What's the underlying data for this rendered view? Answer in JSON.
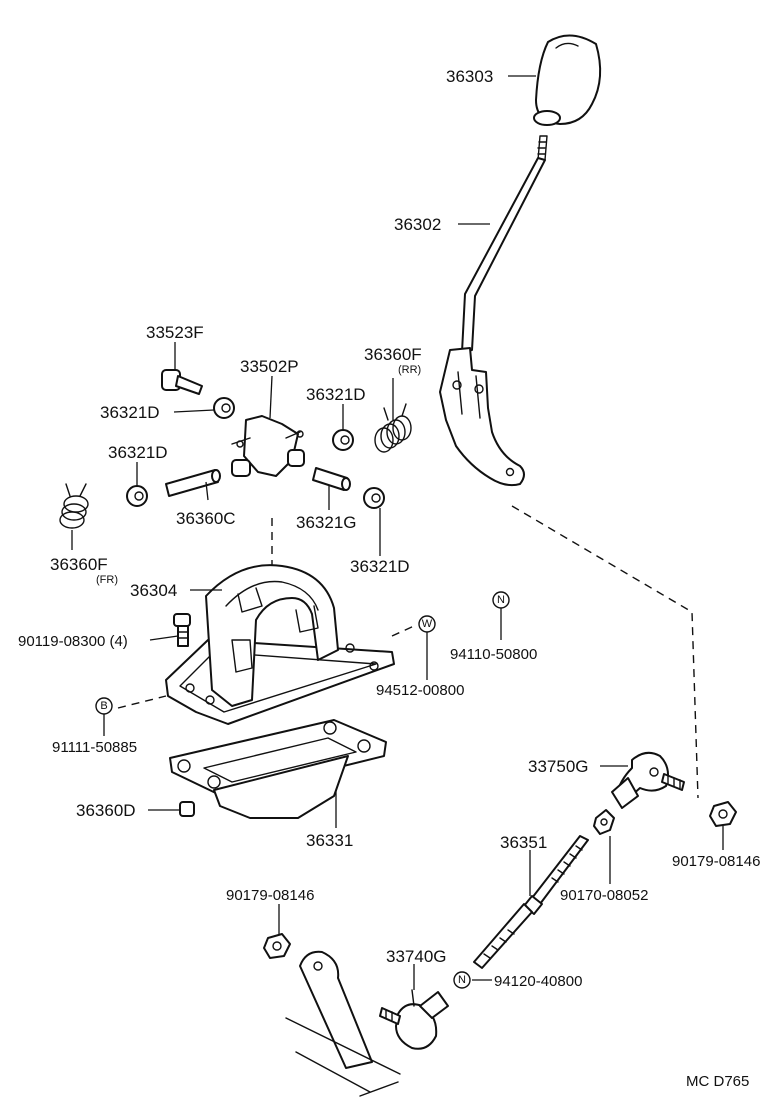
{
  "labels": {
    "p36303": "36303",
    "p36302": "36302",
    "p33523F": "33523F",
    "p33502P": "33502P",
    "p36360F_rr": "36360F",
    "p36360F_rr_note": "(RR)",
    "p36321D_a": "36321D",
    "p36321D_b": "36321D",
    "p36321D_c": "36321D",
    "p36321D_d": "36321D",
    "p36360C": "36360C",
    "p36321G": "36321G",
    "p36360F_fr": "36360F",
    "p36360F_fr_note": "(FR)",
    "p36304": "36304",
    "p90119": "90119-08300 (4)",
    "p94110": "94110-50800",
    "p94512": "94512-00800",
    "p91111": "91111-50885",
    "p33750G": "33750G",
    "p36360D": "36360D",
    "p36331": "36331",
    "p90179_r": "90179-08146",
    "p36351": "36351",
    "p90170": "90170-08052",
    "p90179_l": "90179-08146",
    "p33740G": "33740G",
    "p94120": "94120-40800",
    "footer": "MC  D765"
  },
  "marks": {
    "n1": "N",
    "w": "W",
    "b": "B",
    "n2": "N"
  }
}
